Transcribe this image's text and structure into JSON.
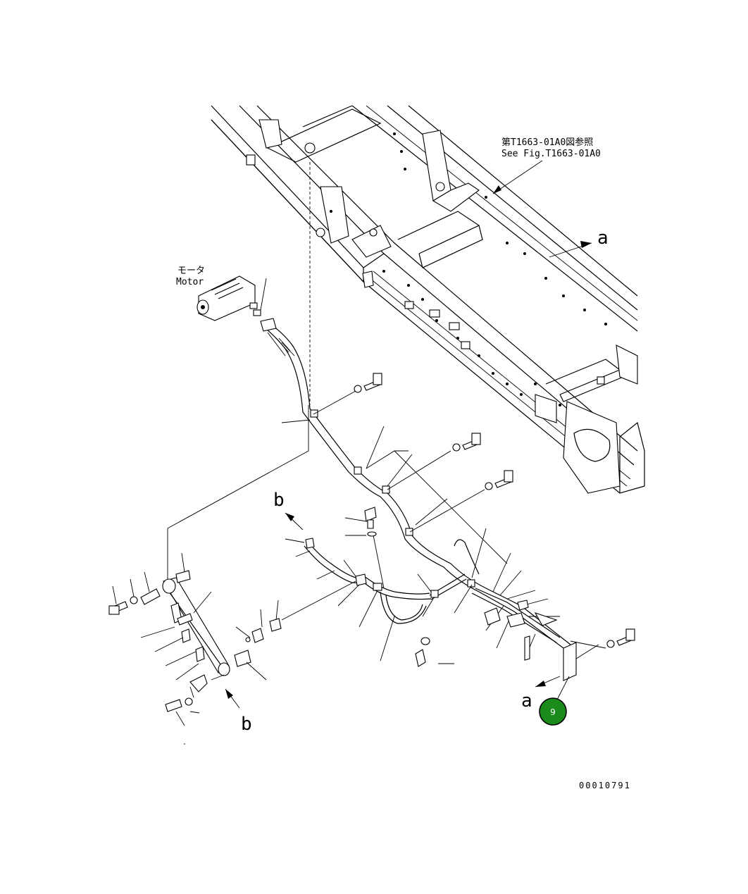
{
  "reference_note": {
    "japanese": "第T1663-01A0図参照",
    "english": "See Fig.T1663-01A0"
  },
  "motor_label": {
    "japanese": "モータ",
    "english": "Motor"
  },
  "view_markers": {
    "a_top": "a",
    "a_bottom": "a",
    "b_top": "b",
    "b_bottom": "b"
  },
  "callout_badge": {
    "text": "9",
    "color": "#1a8a1a"
  },
  "drawing_number": "00010791"
}
